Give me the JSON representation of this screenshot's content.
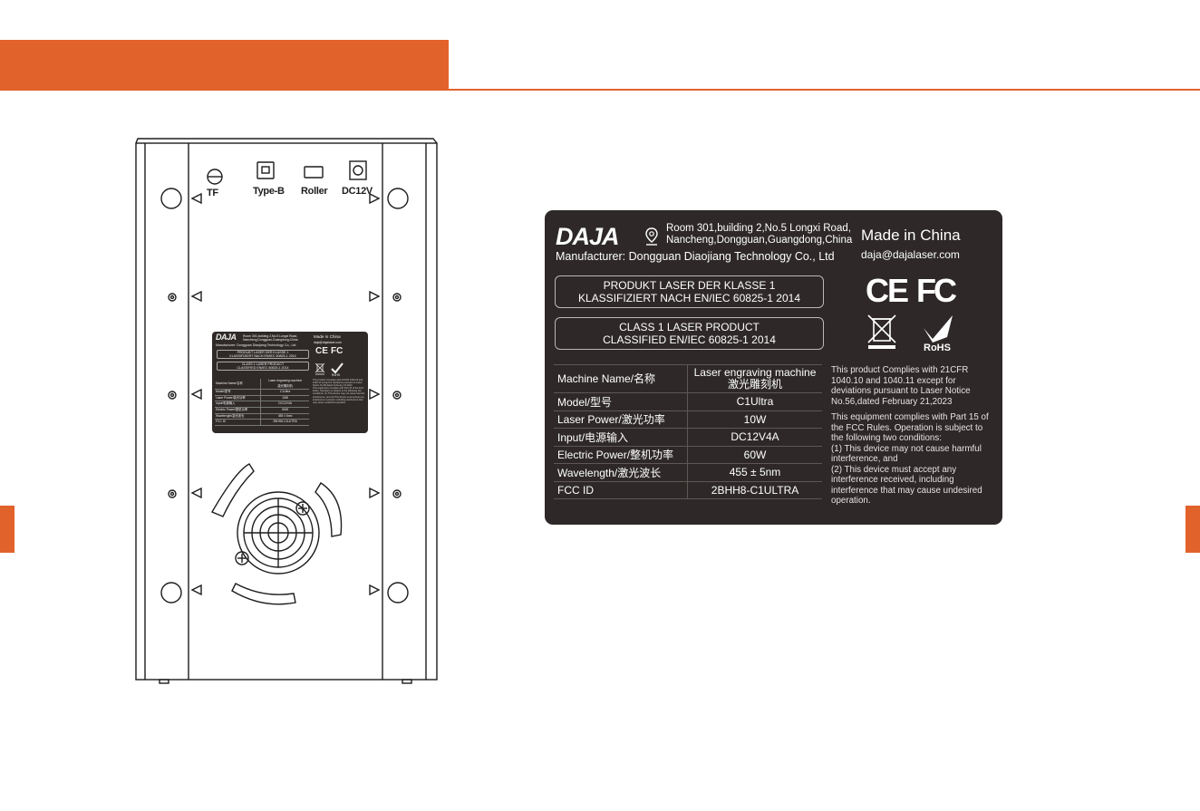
{
  "ports": [
    "TF",
    "Type-B",
    "Roller",
    "DC12V"
  ],
  "label": {
    "brand": "DAJA",
    "address_lines": [
      "Room 301,building 2,No.5 Longxi Road,",
      "Nancheng,Dongguan,Guangdong,China"
    ],
    "manufacturer": "Manufacturer: Dongguan Diaojiang Technology Co., Ltd",
    "made_in": "Made in China",
    "email": "daja@dajalaser.com",
    "class_de": [
      "PRODUKT LASER DER KLASSE 1",
      "KLASSIFIZIERT NACH EN/IEC 60825-1 2014"
    ],
    "class_en": [
      "CLASS 1 LASER PRODUCT",
      "CLASSIFIED EN/IEC 60825-1 2014"
    ],
    "ce": "CE",
    "fcc": "FC",
    "rohs": "RoHS",
    "specs": [
      {
        "name": "Machine Name/名称",
        "value": "Laser engraving machine",
        "value2": "激光雕刻机"
      },
      {
        "name": "Model/型号",
        "value": "C1Ultra"
      },
      {
        "name": "Laser Power/激光功率",
        "value": "10W"
      },
      {
        "name": "Input/电源输入",
        "value": "DC12V4A"
      },
      {
        "name": "Electric Power/整机功率",
        "value": "60W"
      },
      {
        "name": "Wavelength/激光波长",
        "value": "455 ± 5nm"
      },
      {
        "name": "FCC ID",
        "value": "2BHH8-C1ULTRA"
      }
    ],
    "notice1": "This product Complies with 21CFR 1040.10 and 1040.11 except for deviations pursuant to Laser Notice No.56,dated February 21,2023",
    "notice2_lines": [
      "This equipment complies with Part 15 of the FCC Rules. Operation is subject to the following two conditions:",
      "(1) This device may not cause harmful interference, and",
      "(2) This device must accept any interference received, including interference that may cause undesired operation."
    ]
  },
  "colors": {
    "accent": "#e2622b",
    "label_bg": "#2e2928"
  }
}
